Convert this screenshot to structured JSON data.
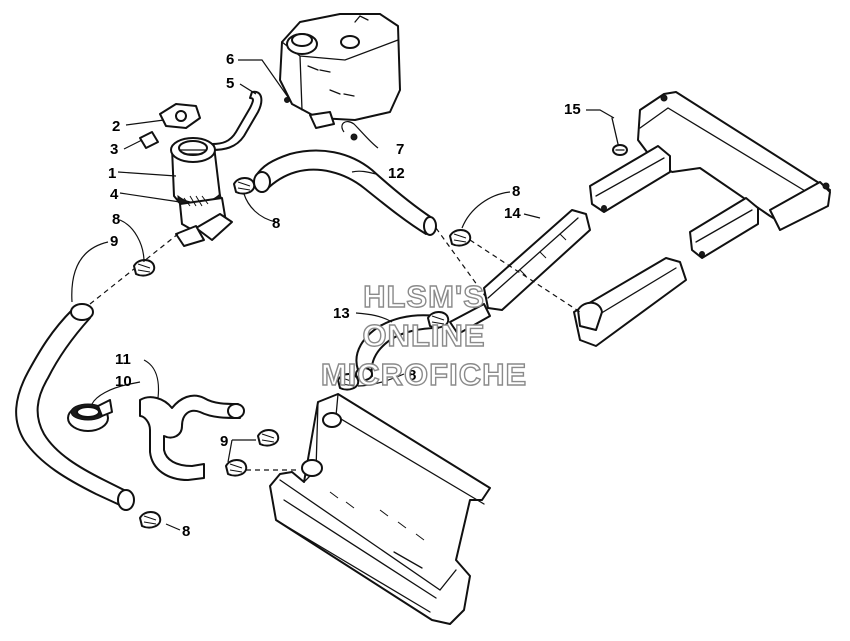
{
  "watermark": {
    "line1": "HLSM'S",
    "line2": "ONLINE",
    "line3": "MICROFICHE"
  },
  "callouts": {
    "c1": "1",
    "c2": "2",
    "c3": "3",
    "c4": "4",
    "c5": "5",
    "c6": "6",
    "c7": "7",
    "c8a": "8",
    "c8b": "8",
    "c8c": "8",
    "c8d": "8",
    "c8e": "8",
    "c9a": "9",
    "c9b": "9",
    "c10": "10",
    "c11": "11",
    "c12": "12",
    "c13": "13",
    "c14": "14",
    "c15": "15"
  },
  "colors": {
    "line": "#111111",
    "background": "#ffffff",
    "watermark_outline": "#8a8a8a"
  }
}
